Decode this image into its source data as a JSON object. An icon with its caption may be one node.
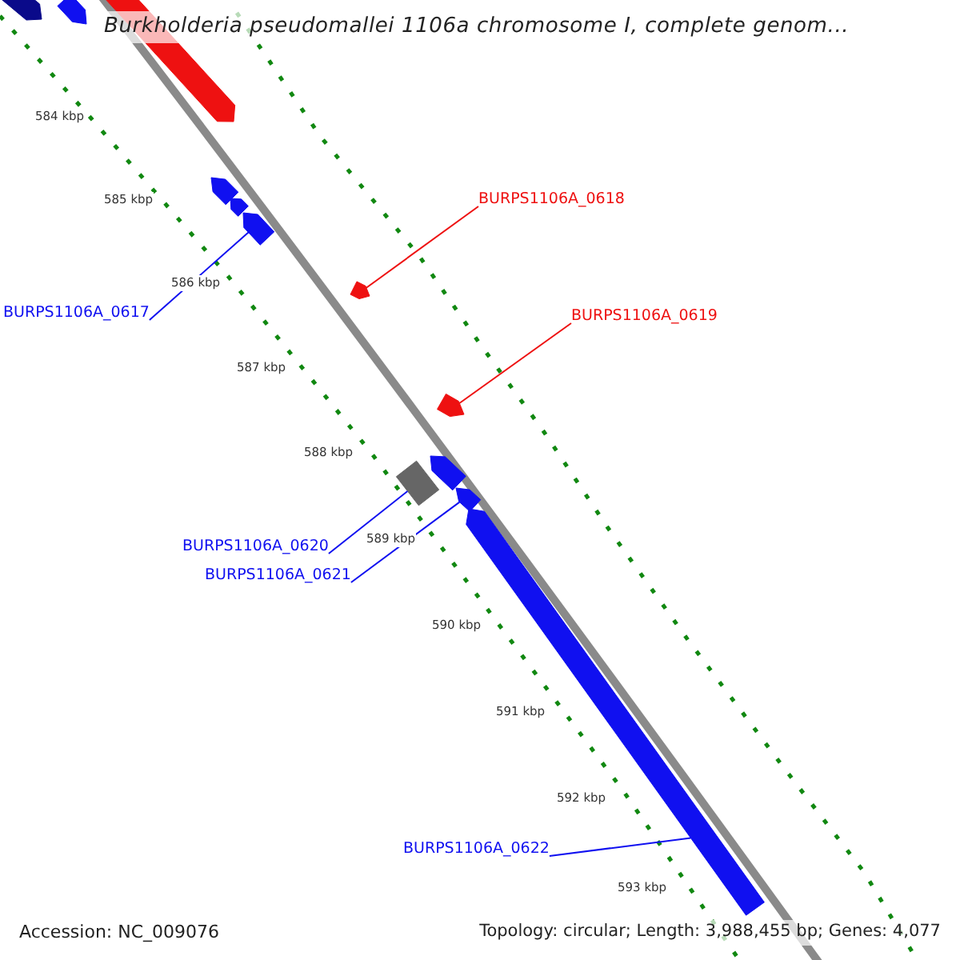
{
  "diagram": {
    "title": "Burkholderia pseudomallei 1106a chromosome I, complete genom...",
    "nodes": [
      {
        "text": [],
        "shape": "arrow"
      },
      {
        "text": [],
        "shape": "arrow"
      },
      {
        "text": [],
        "shape": "arrow"
      },
      {
        "text": [],
        "shape": "arrow"
      },
      {
        "text": [],
        "shape": "arrow"
      },
      {
        "text": [],
        "shape": "arrow"
      },
      {
        "text": [
          "BURPS1106A_0618"
        ]
      },
      {
        "text": [],
        "shape": "arrow"
      },
      {
        "text": [
          "BURPS1106A_0617"
        ]
      },
      {
        "text": [
          "BURPS1106A_0619"
        ]
      },
      {
        "text": [],
        "shape": "arrow"
      },
      {
        "text": [],
        "shape": "arrow"
      },
      {
        "text": [],
        "shape": "box"
      },
      {
        "text": [],
        "shape": "arrow"
      },
      {
        "text": [
          "BURPS1106A_0620"
        ]
      },
      {
        "text": [
          "BURPS1106A_0621"
        ]
      },
      {
        "text": [],
        "shape": "arrow"
      },
      {
        "text": [
          "BURPS1106A_0622"
        ]
      }
    ],
    "edges": [
      {
        "from": 6,
        "to": 7,
        "arrow": "none",
        "color": "#ee1111"
      },
      {
        "from": 8,
        "to": 5,
        "arrow": "none"
      },
      {
        "from": 9,
        "to": 10,
        "arrow": "none",
        "color": "#ee1111"
      },
      {
        "from": 14,
        "to": 12,
        "arrow": "none"
      },
      {
        "from": 15,
        "to": 13,
        "arrow": "none"
      },
      {
        "from": 17,
        "to": 16,
        "arrow": "none"
      }
    ],
    "labels": [
      "584 kbp",
      "585 kbp",
      "586 kbp",
      "587 kbp",
      "588 kbp",
      "589 kbp",
      "590 kbp",
      "591 kbp",
      "592 kbp",
      "593 kbp",
      "Accession: NC_009076",
      "Topology: circular; Length: 3,988,455 bp; Genes: 4,077"
    ]
  }
}
